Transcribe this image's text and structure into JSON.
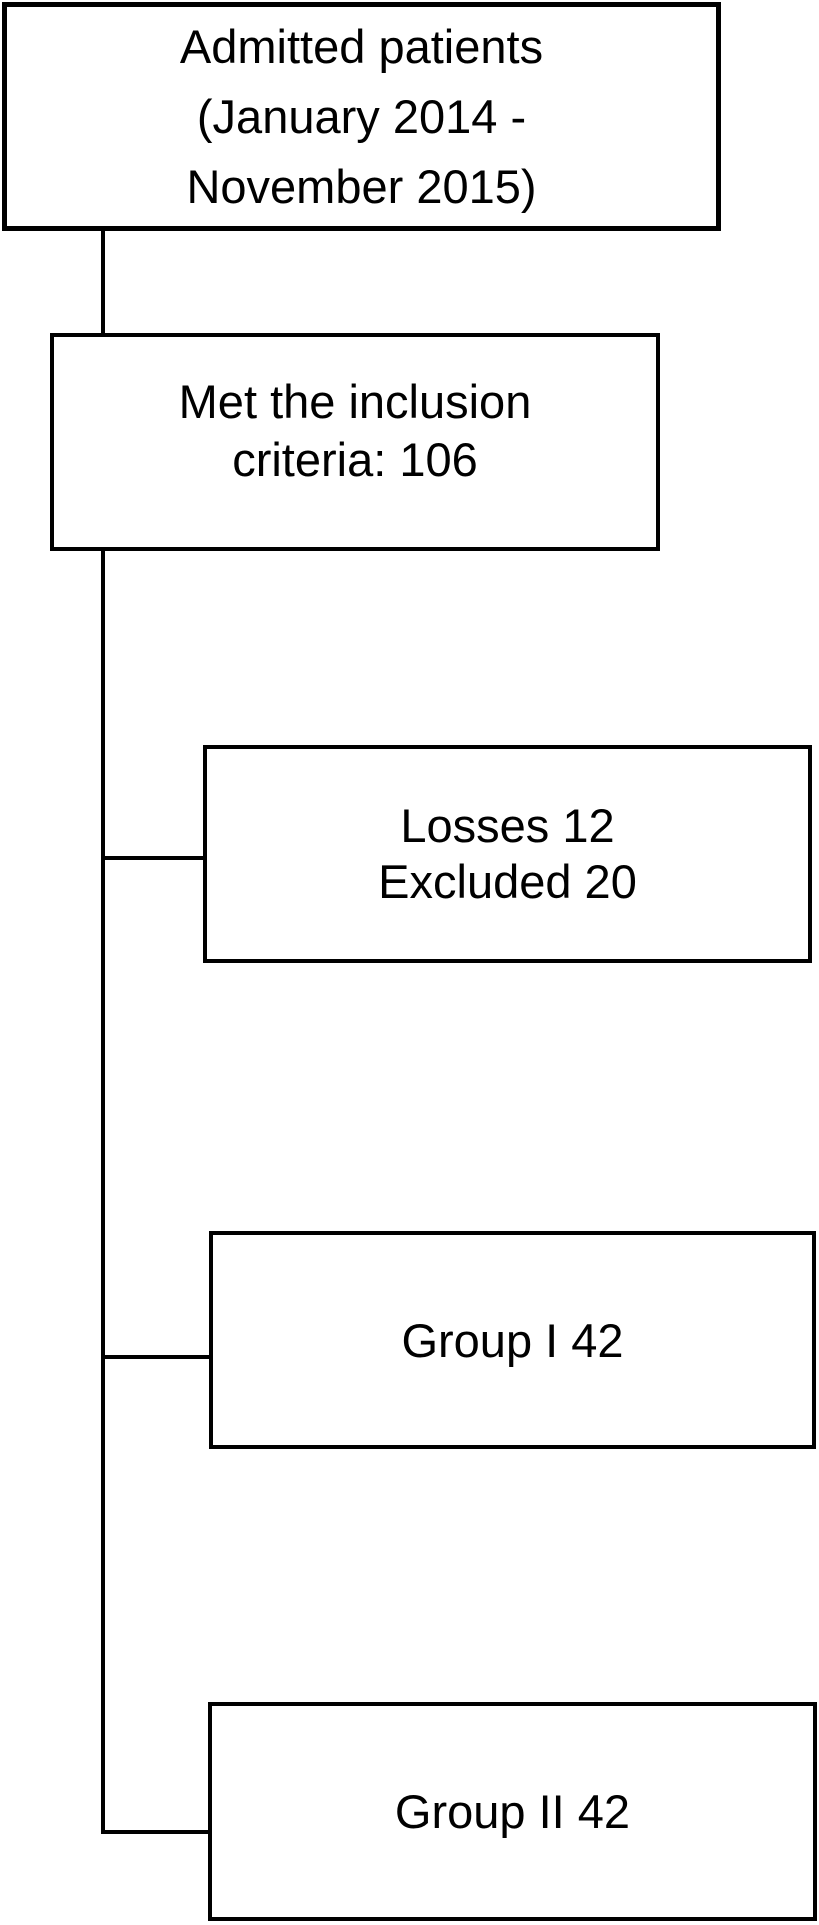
{
  "diagram": {
    "type": "flowchart",
    "background_color": "#ffffff",
    "line_color": "#000000",
    "text_color": "#000000",
    "nodes": {
      "admitted": {
        "line1": "Admitted patients",
        "line2": "(January 2014 -",
        "line3": "November 2015)"
      },
      "inclusion": {
        "line1": "Met the inclusion",
        "line2": "criteria: 106"
      },
      "losses": {
        "line1": "Losses 12",
        "line2": "Excluded 20"
      },
      "group1": {
        "label": "Group I 42"
      },
      "group2": {
        "label": "Group II 42"
      }
    }
  }
}
